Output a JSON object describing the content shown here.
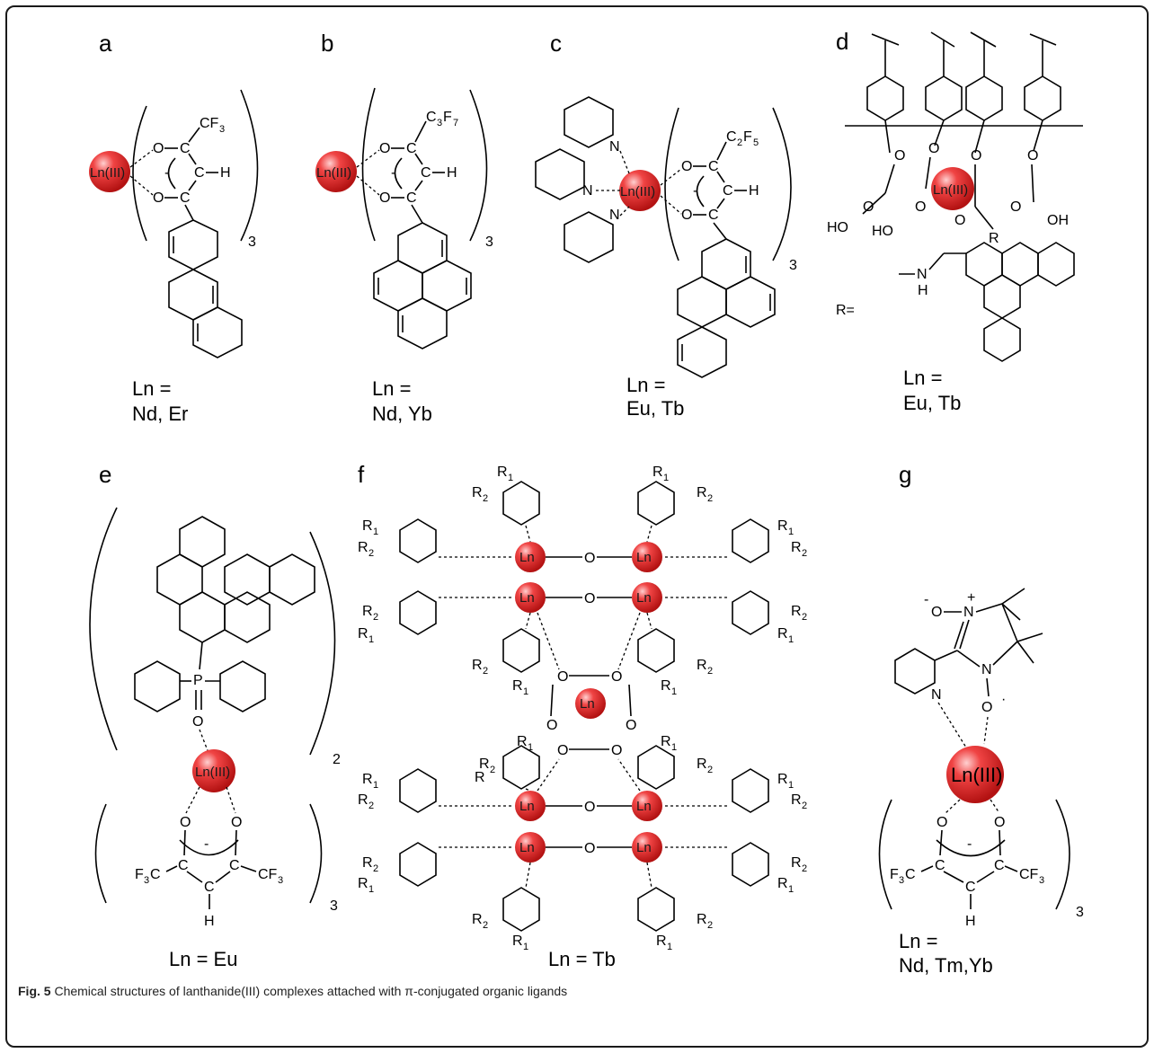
{
  "caption": {
    "label": "Fig. 5",
    "text": "Chemical structures of lanthanide(III) complexes attached with π-conjugated organic ligands"
  },
  "panels": [
    {
      "id": "a",
      "label": "a",
      "ln_line1": "Ln =",
      "ln_line2": "Nd, Er",
      "metal": "Ln(III)",
      "group": "CF3"
    },
    {
      "id": "b",
      "label": "b",
      "ln_line1": "Ln =",
      "ln_line2": "Nd, Yb",
      "metal": "Ln(III)",
      "group": "C3F7"
    },
    {
      "id": "c",
      "label": "c",
      "ln_line1": "Ln =",
      "ln_line2": "Eu, Tb",
      "metal": "Ln(III)",
      "group": "C2F5"
    },
    {
      "id": "d",
      "label": "d",
      "ln_line1": "Ln =",
      "ln_line2": "Eu, Tb",
      "metal": "Ln(III)",
      "r_label": "R="
    },
    {
      "id": "e",
      "label": "e",
      "ln_line1": "Ln = Eu",
      "ln_line2": "",
      "metal": "Ln(III)"
    },
    {
      "id": "f",
      "label": "f",
      "ln_line1": "Ln = Tb",
      "ln_line2": "",
      "metal": "Ln"
    },
    {
      "id": "g",
      "label": "g",
      "ln_line1": "Ln =",
      "ln_line2": "Nd, Tm,Yb",
      "metal": "Ln(III)"
    }
  ],
  "subscripts": {
    "three": "3",
    "two": "2"
  },
  "colors": {
    "metal_sphere": "#e8292b",
    "frame": "#1a1a1a"
  }
}
